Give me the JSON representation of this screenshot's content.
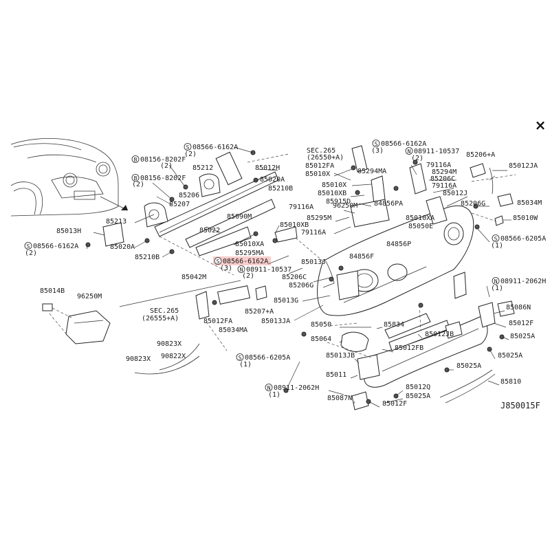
{
  "close_label": "×",
  "diagram_code": "J850015F",
  "highlight_color": "#e53935",
  "labels": [
    {
      "id": "s-08566-6162a-a",
      "text": "08566-6162A",
      "marker": "S"
    },
    {
      "id": "q2-a",
      "text": "(2)"
    },
    {
      "id": "b-08156-8202f",
      "text": "08156-8202F",
      "marker": "B"
    },
    {
      "id": "q2-b",
      "text": "(2)"
    },
    {
      "id": "p85212",
      "text": "85212"
    },
    {
      "id": "p85012h",
      "text": "85012H"
    },
    {
      "id": "b-08156-8202f-b",
      "text": "08156-8202F",
      "marker": "B"
    },
    {
      "id": "q2-c",
      "text": "(2)"
    },
    {
      "id": "p85206",
      "text": "85206"
    },
    {
      "id": "p85207",
      "text": "85207"
    },
    {
      "id": "p85020a-a",
      "text": "85020A"
    },
    {
      "id": "p85210b",
      "text": "85210B"
    },
    {
      "id": "p85213",
      "text": "85213"
    },
    {
      "id": "p85013h",
      "text": "85013H"
    },
    {
      "id": "p85022",
      "text": "85022"
    },
    {
      "id": "p85090m",
      "text": "85090M"
    },
    {
      "id": "s-08566-6162a-b",
      "text": "08566-6162A",
      "marker": "S"
    },
    {
      "id": "q2-d",
      "text": "(2)"
    },
    {
      "id": "p85020a-b",
      "text": "85020A"
    },
    {
      "id": "p85210b-b",
      "text": "85210B"
    },
    {
      "id": "p85010xb-a",
      "text": "85010XB"
    },
    {
      "id": "p85010xa-a",
      "text": "85010XA"
    },
    {
      "id": "p85295ma",
      "text": "85295MA"
    },
    {
      "id": "s-08566-6162a-hl",
      "text": "08566-6162A",
      "marker": "S",
      "highlight": true
    },
    {
      "id": "q3-a",
      "text": "(3)"
    },
    {
      "id": "n-08911-10537-a",
      "text": "08911-10537",
      "marker": "N"
    },
    {
      "id": "q2-e",
      "text": "(2)"
    },
    {
      "id": "p85042m",
      "text": "85042M"
    },
    {
      "id": "p85014b",
      "text": "85014B"
    },
    {
      "id": "p96250m-a",
      "text": "96250M"
    },
    {
      "id": "sec265-a",
      "text": "SEC.265"
    },
    {
      "id": "sec265-a-sub",
      "text": "(26555+A)"
    },
    {
      "id": "p85012fa-a",
      "text": "85012FA"
    },
    {
      "id": "p85207a",
      "text": "85207+A"
    },
    {
      "id": "p85034ma",
      "text": "85034MA"
    },
    {
      "id": "p90823x-a",
      "text": "90823X"
    },
    {
      "id": "p90822x",
      "text": "90822X"
    },
    {
      "id": "p90823x-b",
      "text": "90823X"
    },
    {
      "id": "sec265-b",
      "text": "SEC.265"
    },
    {
      "id": "sec265-b-sub",
      "text": "(26550+A)"
    },
    {
      "id": "p85012fa-b",
      "text": "85012FA"
    },
    {
      "id": "p85010x-a",
      "text": "85010X"
    },
    {
      "id": "p85294ma",
      "text": "85294MA"
    },
    {
      "id": "s-08566-6162a-c",
      "text": "08566-6162A",
      "marker": "S"
    },
    {
      "id": "q3-b",
      "text": "(3)"
    },
    {
      "id": "n-08911-10537-b",
      "text": "08911-10537",
      "marker": "N"
    },
    {
      "id": "q2-f",
      "text": "(2)"
    },
    {
      "id": "p79116a-a",
      "text": "79116A"
    },
    {
      "id": "p85294m",
      "text": "85294M"
    },
    {
      "id": "p85206c",
      "text": "85206C"
    },
    {
      "id": "p79116a-b",
      "text": "79116A"
    },
    {
      "id": "p85012j",
      "text": "85012J"
    },
    {
      "id": "p85010x-b",
      "text": "85010X"
    },
    {
      "id": "p85010xb-b",
      "text": "85010XB"
    },
    {
      "id": "p85915d",
      "text": "85915D"
    },
    {
      "id": "p79116a-c",
      "text": "79116A"
    },
    {
      "id": "p96250m-b",
      "text": "96250M"
    },
    {
      "id": "p84856pa",
      "text": "84856PA"
    },
    {
      "id": "p85295m",
      "text": "85295M"
    },
    {
      "id": "p79116a-d",
      "text": "79116A"
    },
    {
      "id": "p85010xa-b",
      "text": "85010XA"
    },
    {
      "id": "p85050e",
      "text": "85050E"
    },
    {
      "id": "p84856p",
      "text": "84856P"
    },
    {
      "id": "p84856f",
      "text": "84856F"
    },
    {
      "id": "p85013j",
      "text": "85013J"
    },
    {
      "id": "p85206c-b",
      "text": "85206C"
    },
    {
      "id": "p85206g-a",
      "text": "85206G"
    },
    {
      "id": "p85013g",
      "text": "85013G"
    },
    {
      "id": "p85013ja",
      "text": "85013JA"
    },
    {
      "id": "p85206a",
      "text": "85206+A"
    },
    {
      "id": "p85012ja",
      "text": "85012JA"
    },
    {
      "id": "p85206g-b",
      "text": "85206G"
    },
    {
      "id": "p85034m",
      "text": "85034M"
    },
    {
      "id": "p85010w",
      "text": "85010W"
    },
    {
      "id": "s-08566-6205a-a",
      "text": "08566-6205A",
      "marker": "S"
    },
    {
      "id": "q1-a",
      "text": "(1)"
    },
    {
      "id": "n-08911-2062h-a",
      "text": "08911-2062H",
      "marker": "N"
    },
    {
      "id": "q1-b",
      "text": "(1)"
    },
    {
      "id": "p85086n",
      "text": "85086N"
    },
    {
      "id": "p85012f-a",
      "text": "85012F"
    },
    {
      "id": "p85025a-a",
      "text": "85025A"
    },
    {
      "id": "p85025a-b",
      "text": "85025A"
    },
    {
      "id": "p85050",
      "text": "85050"
    },
    {
      "id": "p85834",
      "text": "85834"
    },
    {
      "id": "p85064",
      "text": "85064"
    },
    {
      "id": "p85012jb",
      "text": "85012JB"
    },
    {
      "id": "p85012fb",
      "text": "85012FB"
    },
    {
      "id": "s-08566-6205a-b",
      "text": "08566-6205A",
      "marker": "S"
    },
    {
      "id": "q1-c",
      "text": "(1)"
    },
    {
      "id": "p85013jb",
      "text": "85013JB"
    },
    {
      "id": "p85025a-c",
      "text": "85025A"
    },
    {
      "id": "p85011",
      "text": "85011"
    },
    {
      "id": "n-08911-2062h-b",
      "text": "08911-2062H",
      "marker": "N"
    },
    {
      "id": "q1-d",
      "text": "(1)"
    },
    {
      "id": "p85012q",
      "text": "85012Q"
    },
    {
      "id": "p85025a-d",
      "text": "85025A"
    },
    {
      "id": "p85087n",
      "text": "85087N"
    },
    {
      "id": "p85012f-b",
      "text": "85012F"
    },
    {
      "id": "p85810",
      "text": "85810"
    }
  ]
}
